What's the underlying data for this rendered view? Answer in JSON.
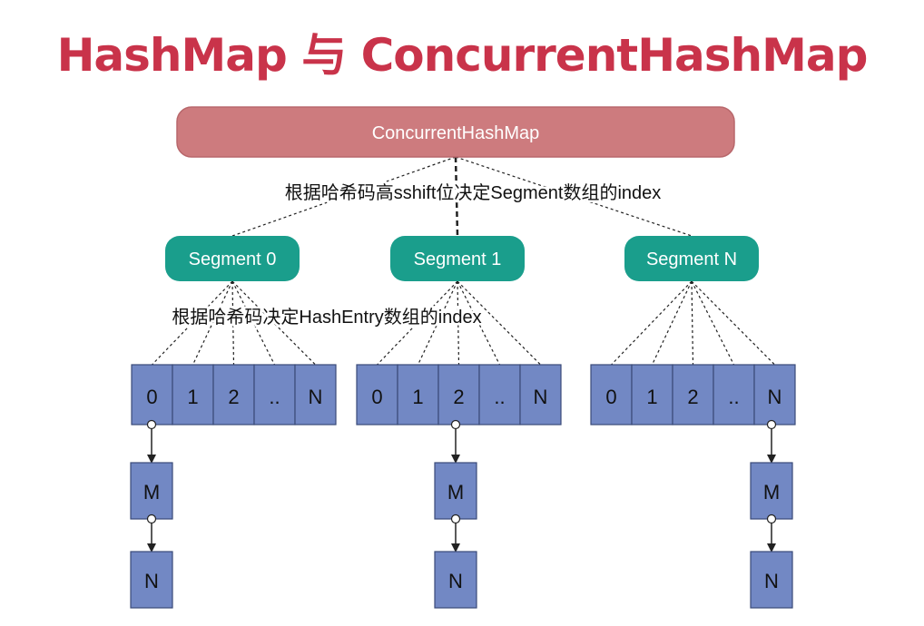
{
  "title": "HashMap 与 ConcurrentHashMap",
  "root_label": "ConcurrentHashMap",
  "annotation_top": "根据哈希码高sshift位决定Segment数组的index",
  "annotation_segment": "根据哈希码决定HashEntry数组的index",
  "colors": {
    "title": "#c9334a",
    "root_fill": "#cd7b7e",
    "root_stroke": "#b8676b",
    "segment_fill": "#1a9e8c",
    "cell_fill": "#7288c4",
    "cell_stroke": "#3a4a78",
    "line": "#222222"
  },
  "segments": [
    {
      "label": "Segment 0",
      "cells": [
        "0",
        "1",
        "2",
        "..",
        "N"
      ],
      "chain_from": "0",
      "chain": [
        "M",
        "N"
      ]
    },
    {
      "label": "Segment 1",
      "cells": [
        "0",
        "1",
        "2",
        "..",
        "N"
      ],
      "chain_from": "2",
      "chain": [
        "M",
        "N"
      ]
    },
    {
      "label": "Segment N",
      "cells": [
        "0",
        "1",
        "2",
        "..",
        "N"
      ],
      "chain_from": "N",
      "chain": [
        "M",
        "N"
      ]
    }
  ]
}
